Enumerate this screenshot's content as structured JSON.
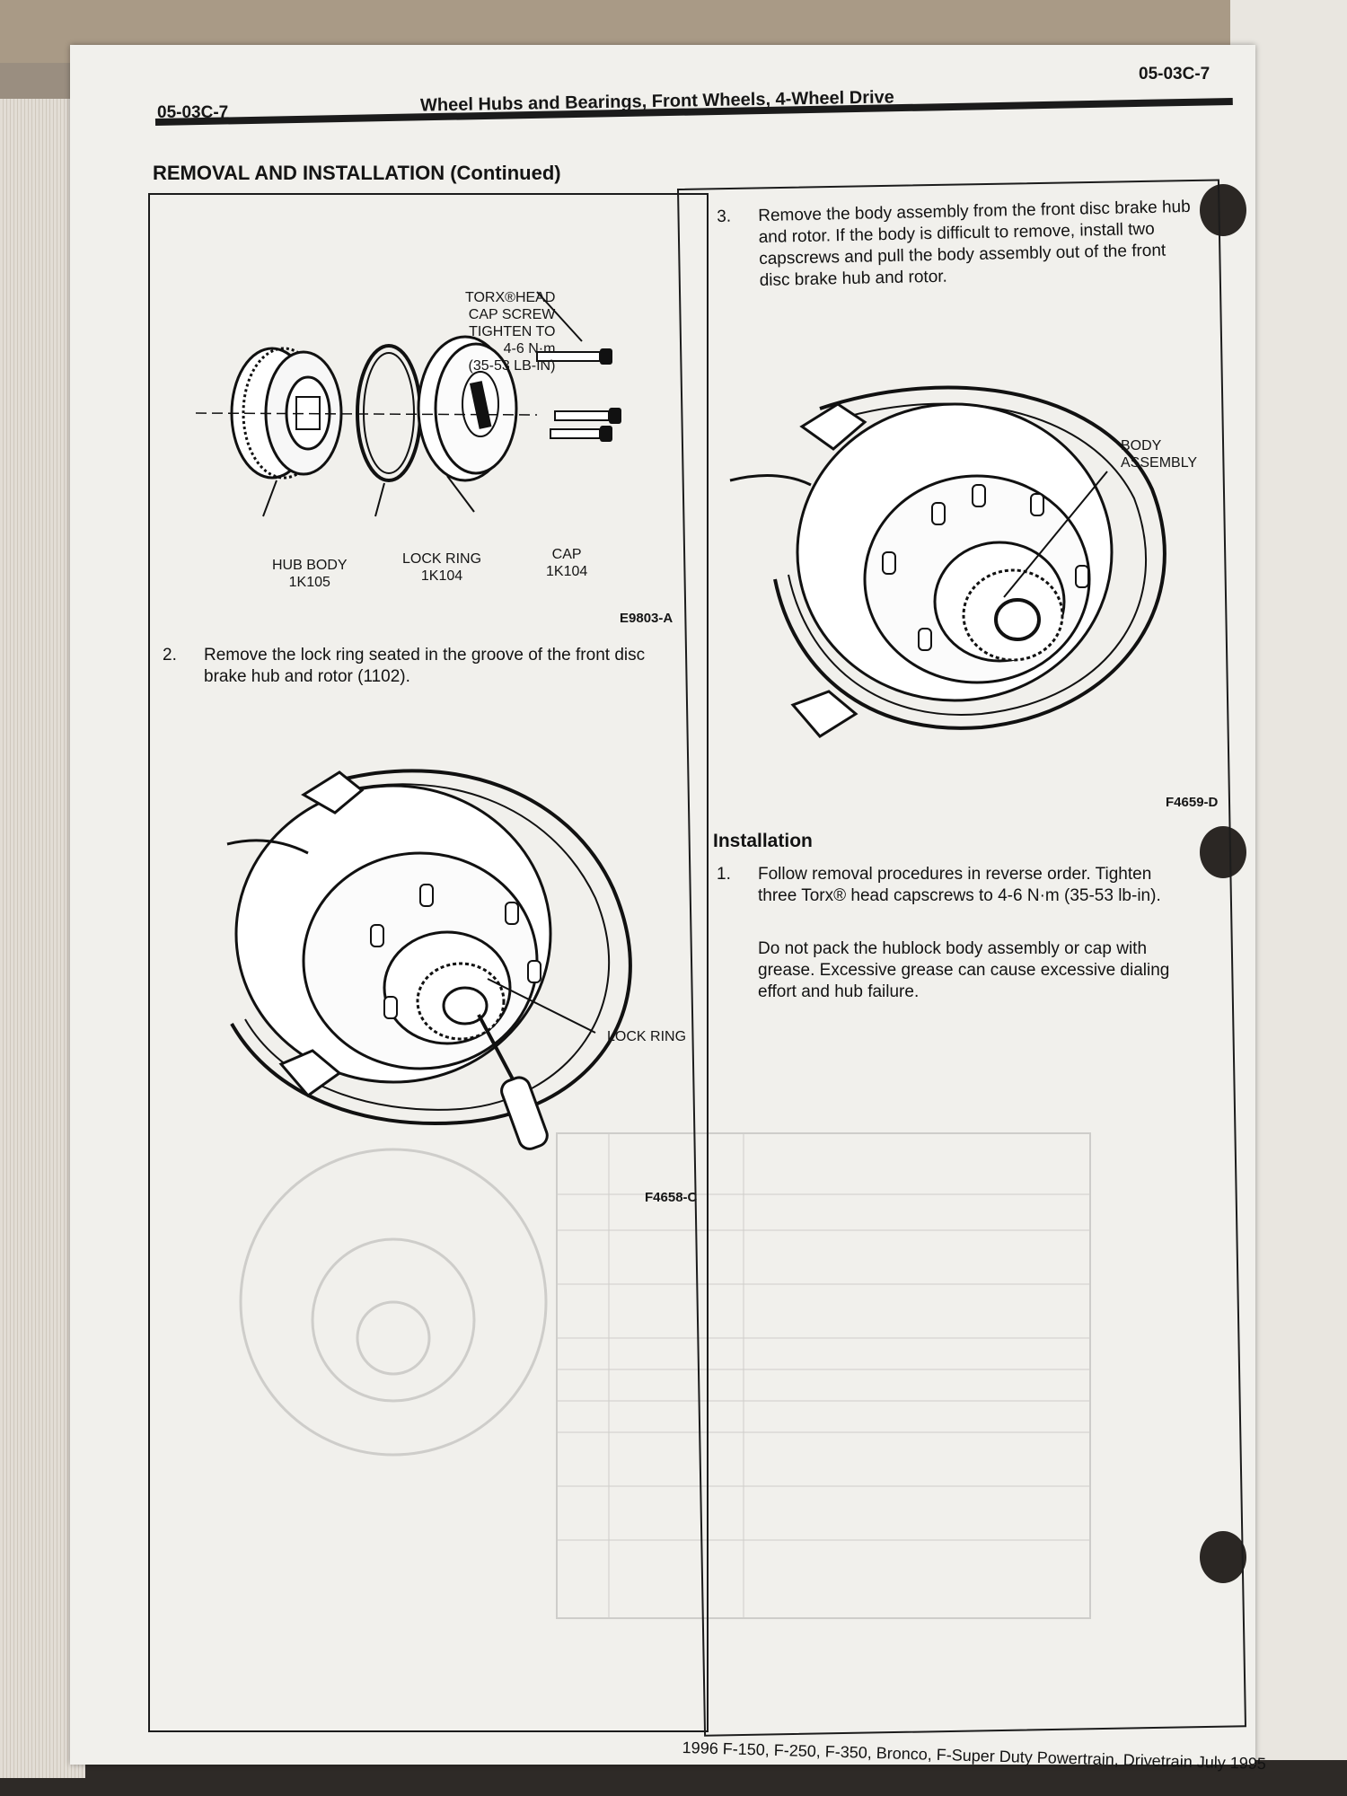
{
  "header": {
    "section_left": "05-03C-7",
    "title": "Wheel Hubs and Bearings, Front Wheels, 4-Wheel Drive",
    "section_right": "05-03C-7"
  },
  "section_heading": "REMOVAL AND INSTALLATION (Continued)",
  "figure1": {
    "torx_label": "TORX®HEAD\nCAP SCREW\nTIGHTEN TO\n4-6 N·m\n(35-53 LB-IN)",
    "hub_body_label": "HUB BODY\n1K105",
    "lock_ring_label": "LOCK RING\n1K104",
    "cap_label": "CAP\n1K104",
    "figure_id": "E9803-A"
  },
  "step2": {
    "number": "2.",
    "text": "Remove the lock ring seated in the groove of the front disc brake hub and rotor (1102)."
  },
  "figure2": {
    "lock_ring_label": "LOCK RING",
    "figure_id": "F4658-C"
  },
  "step3": {
    "number": "3.",
    "text": "Remove the body assembly from the front disc brake hub and rotor. If the body is difficult to remove, install two capscrews and pull the body assembly out of the front disc brake hub and rotor."
  },
  "figure3": {
    "body_assembly_label": "BODY\nASSEMBLY",
    "figure_id": "F4659-D"
  },
  "installation": {
    "heading": "Installation",
    "step_number": "1.",
    "step_text": "Follow removal procedures in reverse order. Tighten three Torx® head capscrews to 4-6 N·m (35-53 lb-in).",
    "note": "Do not pack the hublock body assembly or cap with grease. Excessive grease can cause excessive dialing effort and hub failure."
  },
  "footer": "1996 F-150, F-250, F-350, Bronco, F-Super Duty Powertrain, Drivetrain July 1995"
}
